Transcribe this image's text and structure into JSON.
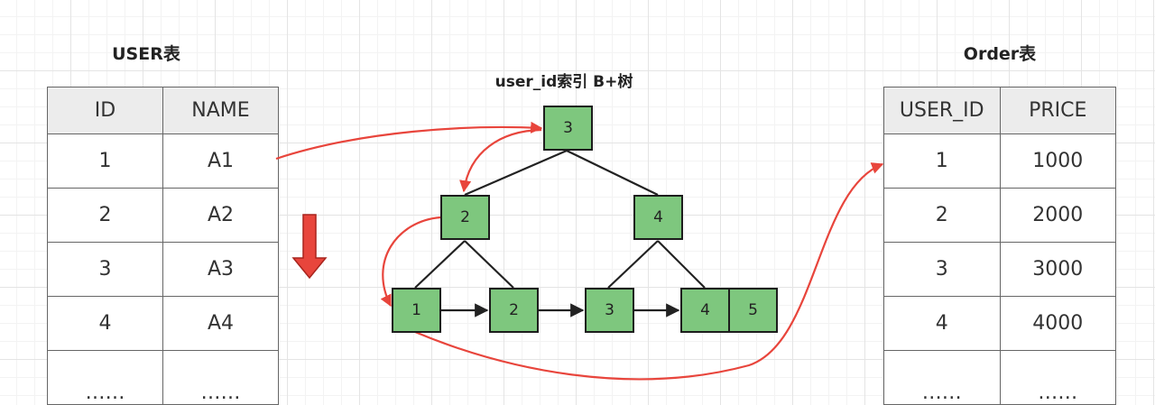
{
  "user_table": {
    "title": "USER表",
    "headers": [
      "ID",
      "NAME"
    ],
    "rows": [
      [
        "1",
        "A1"
      ],
      [
        "2",
        "A2"
      ],
      [
        "3",
        "A3"
      ],
      [
        "4",
        "A4"
      ]
    ],
    "partial_row": [
      "……",
      "……"
    ]
  },
  "order_table": {
    "title": "Order表",
    "headers": [
      "USER_ID",
      "PRICE"
    ],
    "rows": [
      [
        "1",
        "1000"
      ],
      [
        "2",
        "2000"
      ],
      [
        "3",
        "3000"
      ],
      [
        "4",
        "4000"
      ]
    ],
    "partial_row": [
      "……",
      "……"
    ]
  },
  "tree": {
    "title": "user_id索引 B+树",
    "root": "3",
    "internal": [
      "2",
      "4"
    ],
    "leaves": [
      "1",
      "2",
      "3",
      "4",
      "5"
    ]
  },
  "colors": {
    "node_fill": "#7ec77e",
    "node_border": "#1d1d1d",
    "path_arrow": "#e8453c",
    "scan_arrow": "#e8453c",
    "header_fill": "#ececec"
  }
}
